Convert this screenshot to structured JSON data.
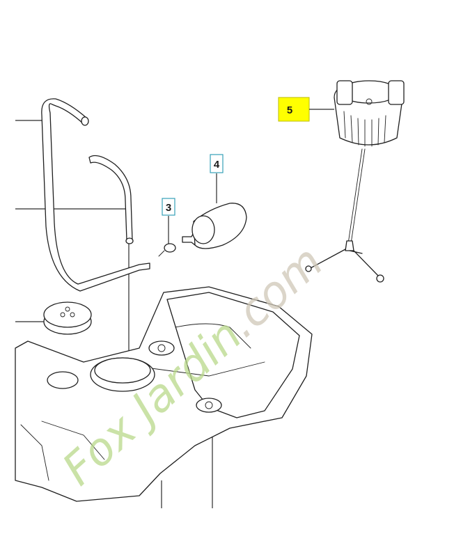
{
  "callouts": [
    {
      "id": "3",
      "label": "3",
      "highlight": false
    },
    {
      "id": "4",
      "label": "4",
      "highlight": false
    },
    {
      "id": "5",
      "label": "5",
      "highlight": true
    }
  ],
  "watermark": {
    "text": "Fox Jardin.com",
    "colors": [
      "#b9d98a",
      "#f3b36a",
      "#cfc8b8"
    ]
  },
  "colors": {
    "highlight": "#ffff00",
    "callout_border": "#35a0b8",
    "line": "#2a2a2a"
  }
}
